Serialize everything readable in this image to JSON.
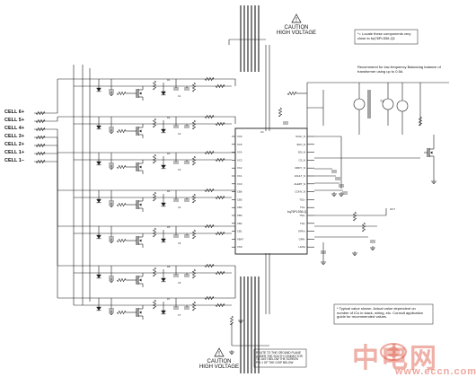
{
  "cells": {
    "labels": [
      "CELL 6+",
      "CELL 5+",
      "CELL 4+",
      "CELL 3+",
      "CELL 2+",
      "CELL 1+",
      "CELL 1–"
    ]
  },
  "warnings": {
    "top": {
      "line1": "CAUTION",
      "line2": "HIGH VOLTAGE"
    },
    "bottom": {
      "line1": "CAUTION",
      "line2": "HIGH VOLTAGE"
    }
  },
  "notes": {
    "locate": "*= Locate these components very close to bq76PL536-Q1",
    "transformer": "Recommend for low-frequency Balancing balance of transformer using up to 0.5A",
    "typical": "* Typical value shown. Actual value dependent on number of ICs in stack, wiring, etc. Consult application guide for recommended values.",
    "ground": "ROUTE TO THE GROUND PLANE UNDER THE SOUTH CONNECTOR TO JUST BELOW THE SCREEN PIN 1 OF THE CHIP BELOW"
  },
  "chip": {
    "part": "bq76PL536-Q1",
    "left_pins": [
      "VC6",
      "VC5",
      "VC4",
      "VC3",
      "VC2",
      "VC1",
      "VC0",
      "CB6",
      "CB5",
      "CB4",
      "CB3",
      "CB2",
      "CB1",
      "VBAT",
      "VSS"
    ],
    "right_pins": [
      "SCLK_N",
      "SDO_N",
      "SDI_N",
      "CS_N",
      "DRDY_N",
      "FAULT_N",
      "ALERT_N",
      "CONV_N",
      "TS1+",
      "TS1-",
      "TS2+",
      "TS2-",
      "GPAI+",
      "GPAI-",
      "LDOA"
    ]
  },
  "transformer": {
    "ref": "T1"
  },
  "watermark": {
    "cn": "中电网",
    "en": "www.eccn.com"
  },
  "colors": {
    "line": "#1a1a1a",
    "bg": "#ffffff",
    "watermark": "#dc503c"
  }
}
